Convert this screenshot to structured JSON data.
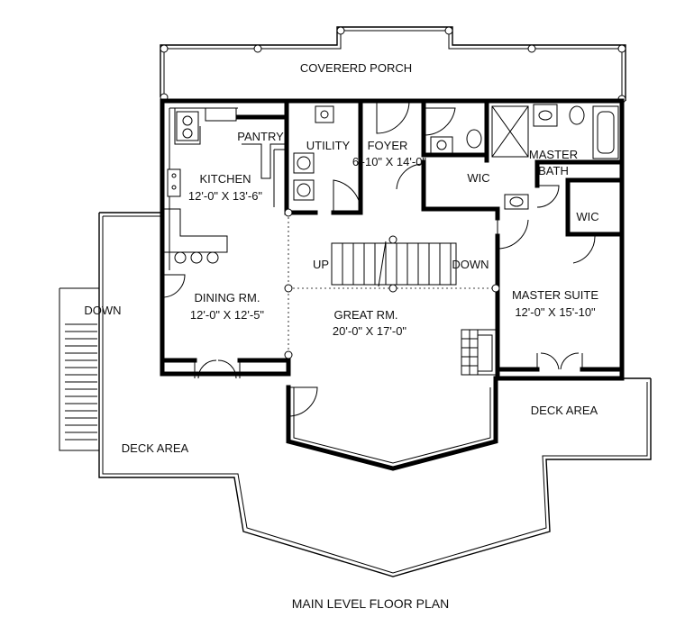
{
  "plan": {
    "title": "MAIN LEVEL FLOOR PLAN",
    "rooms": {
      "covered_porch": "COVERERD PORCH",
      "pantry": "PANTRY",
      "utility": "UTILITY",
      "foyer": {
        "name": "FOYER",
        "size": "6'-10\" X 14'-0\""
      },
      "master_bath": {
        "line1": "MASTER",
        "line2": "BATH"
      },
      "kitchen": {
        "name": "KITCHEN",
        "size": "12'-0\" X 13'-6\""
      },
      "wic_hall": "WIC",
      "wic_suite": "WIC",
      "dining": {
        "name": "DINING RM.",
        "size": "12'-0\" X 12'-5\""
      },
      "great_room": {
        "name": "GREAT RM.",
        "size": "20'-0\" X 17'-0\""
      },
      "master_suite": {
        "name": "MASTER SUITE",
        "size": "12'-0\" X 15'-10\""
      },
      "stair_up": "UP",
      "stair_down": "DOWN",
      "deck_stair_down": "DOWN",
      "deck_right": "DECK AREA",
      "deck_left": "DECK AREA"
    }
  }
}
